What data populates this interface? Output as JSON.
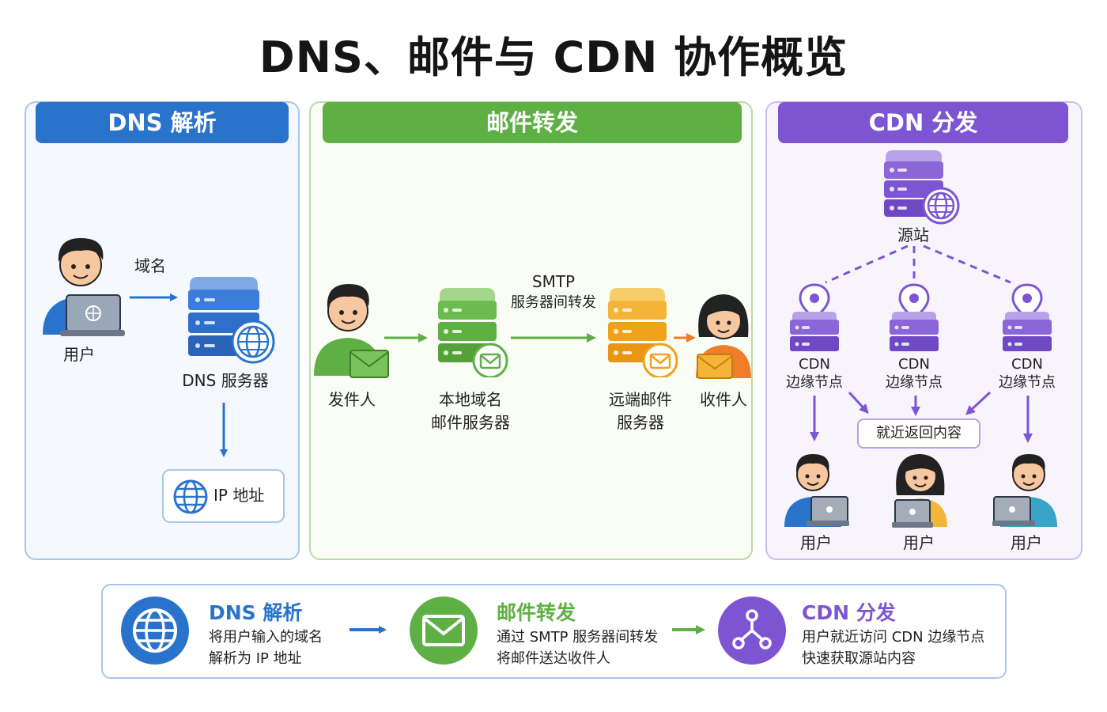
{
  "title": "DNS、邮件与 CDN 协作概览",
  "dns": {
    "header": "DNS 解析",
    "user_label": "用户",
    "arrow_label": "域名",
    "server_label": "DNS 服务器",
    "ip_label": "IP 地址"
  },
  "mail": {
    "header": "邮件转发",
    "sender_label": "发件人",
    "local_server_line1": "本地域名",
    "local_server_line2": "邮件服务器",
    "smtp_line1": "SMTP",
    "smtp_line2": "服务器间转发",
    "remote_server_line1": "远端邮件",
    "remote_server_line2": "服务器",
    "recipient_label": "收件人"
  },
  "cdn": {
    "header": "CDN 分发",
    "origin_label": "源站",
    "edge_nodes": [
      {
        "line1": "CDN",
        "line2": "边缘节点"
      },
      {
        "line1": "CDN",
        "line2": "边缘节点"
      },
      {
        "line1": "CDN",
        "line2": "边缘节点"
      }
    ],
    "nearby_label": "就近返回内容",
    "users": [
      "用户",
      "用户",
      "用户"
    ]
  },
  "summary": [
    {
      "title": "DNS 解析",
      "line1": "将用户输入的域名",
      "line2": "解析为 IP 地址"
    },
    {
      "title": "邮件转发",
      "line1": "通过 SMTP 服务器间转发",
      "line2": "将邮件送达收件人"
    },
    {
      "title": "CDN 分发",
      "line1": "用户就近访问 CDN 边缘节点",
      "line2": "快速获取源站内容"
    }
  ],
  "colors": {
    "dns": "#2a73cc",
    "mail": "#5fb044",
    "cdn": "#7d55d2",
    "mail_remote": "#f0a21a",
    "recipient_accent": "#ef7d2a"
  },
  "icons": [
    "user-icon",
    "laptop-icon",
    "server-icon",
    "globe-icon",
    "envelope-icon",
    "location-pin-icon",
    "share-icon"
  ]
}
